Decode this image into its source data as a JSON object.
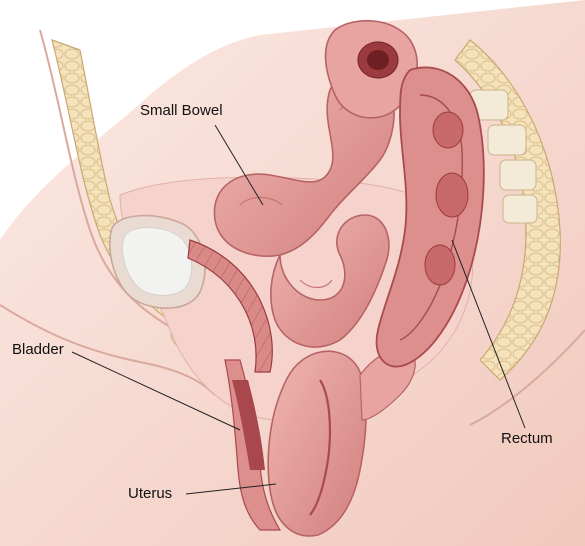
{
  "labels": {
    "small_bowel": "Small Bowel",
    "bladder": "Bladder",
    "rectum": "Rectum",
    "uterus": "Uterus"
  },
  "colors": {
    "skin": "#f7dcd3",
    "skin_edge": "#d9a99c",
    "fat": "#f3e1b8",
    "fat_edge": "#caa871",
    "bowel": "#e7a4a0",
    "bowel_dark": "#c97375",
    "tissue_dark": "#9b3b3f",
    "bladder_fill": "#ececea",
    "bone": "#f3ead7",
    "leader": "#222222"
  },
  "icons": {
    "anatomy": "female-pelvis-sagittal-illustration"
  }
}
